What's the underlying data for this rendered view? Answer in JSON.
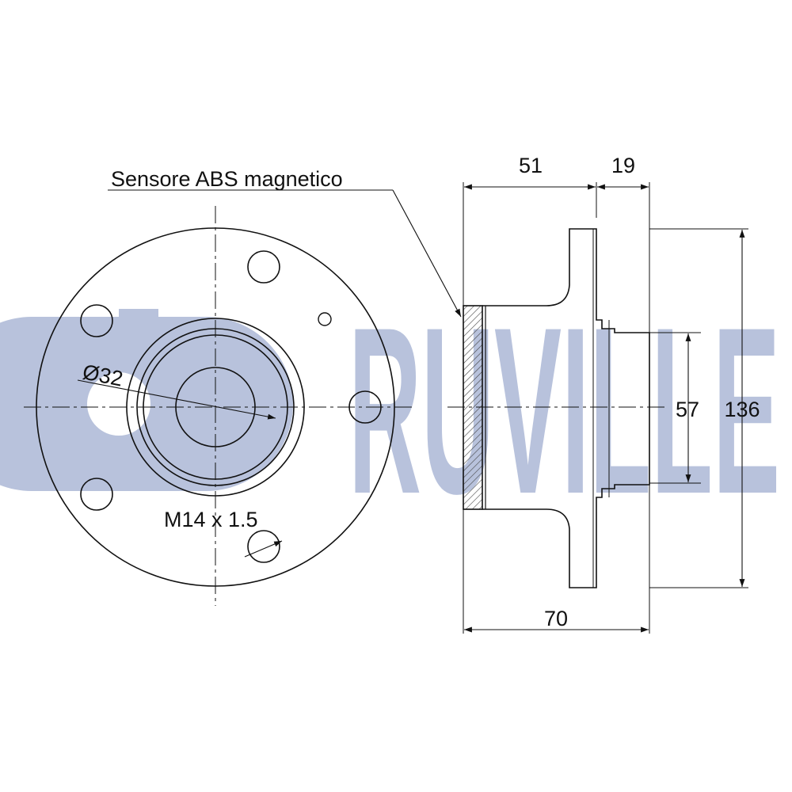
{
  "watermark": {
    "text": "RUVILLE",
    "color": "#b8c2dc"
  },
  "colors": {
    "line": "#111111",
    "hatch": "#444444",
    "background": "#ffffff"
  },
  "labels": {
    "sensor": "Sensore ABS magnetico",
    "bore": "Ø32",
    "thread": "M14 x 1.5"
  },
  "dimensions": {
    "flange_offset": "51",
    "pilot_length": "19",
    "total_length": "70",
    "pilot_diameter": "57",
    "flange_diameter": "136"
  }
}
